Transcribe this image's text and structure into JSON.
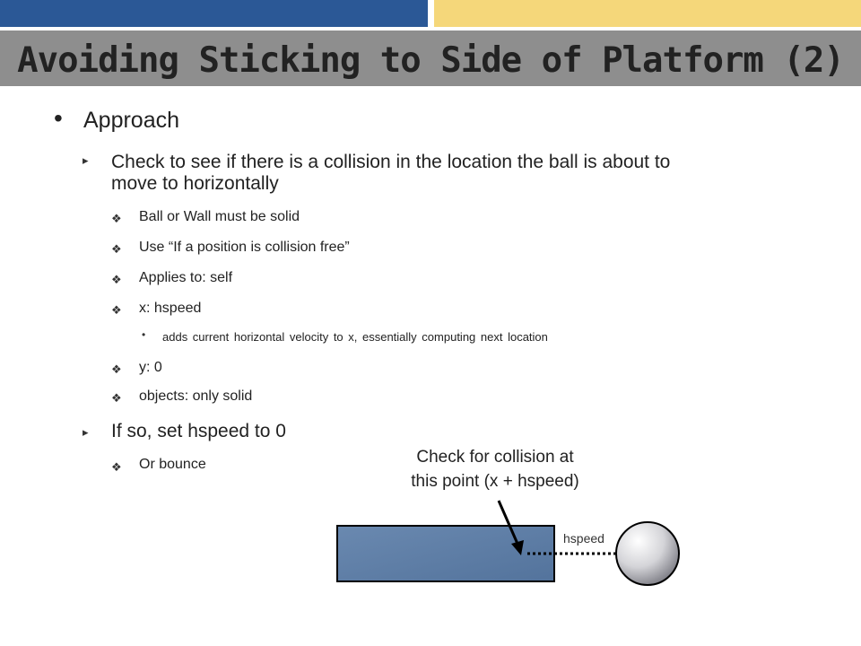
{
  "slide": {
    "title": "Avoiding Sticking to Side of Platform (2)"
  },
  "content": {
    "approach": "Approach",
    "check_line1": "Check to see if there is a collision in the location the ball is about to",
    "check_line2": "move to horizontally",
    "sub_items": [
      "Ball or Wall must be solid",
      "Use “If a position is collision free”",
      "Applies to: self",
      "x: hspeed"
    ],
    "detail": "adds current horizontal  velocity to x, essentially computing next location",
    "sub_items_2": [
      "y: 0",
      "objects: only solid"
    ],
    "if_so": "If so, set hspeed to 0",
    "or_bounce": "Or bounce"
  },
  "diagram": {
    "caption": "Check for collision at\nthis point (x + hspeed)",
    "hspeed_label": "hspeed",
    "platform_color": "#5f7fa8",
    "ball_color": "#c8c8cc"
  },
  "icons": {
    "bullet": "•",
    "arrow": "▸",
    "diamond": "❖"
  }
}
